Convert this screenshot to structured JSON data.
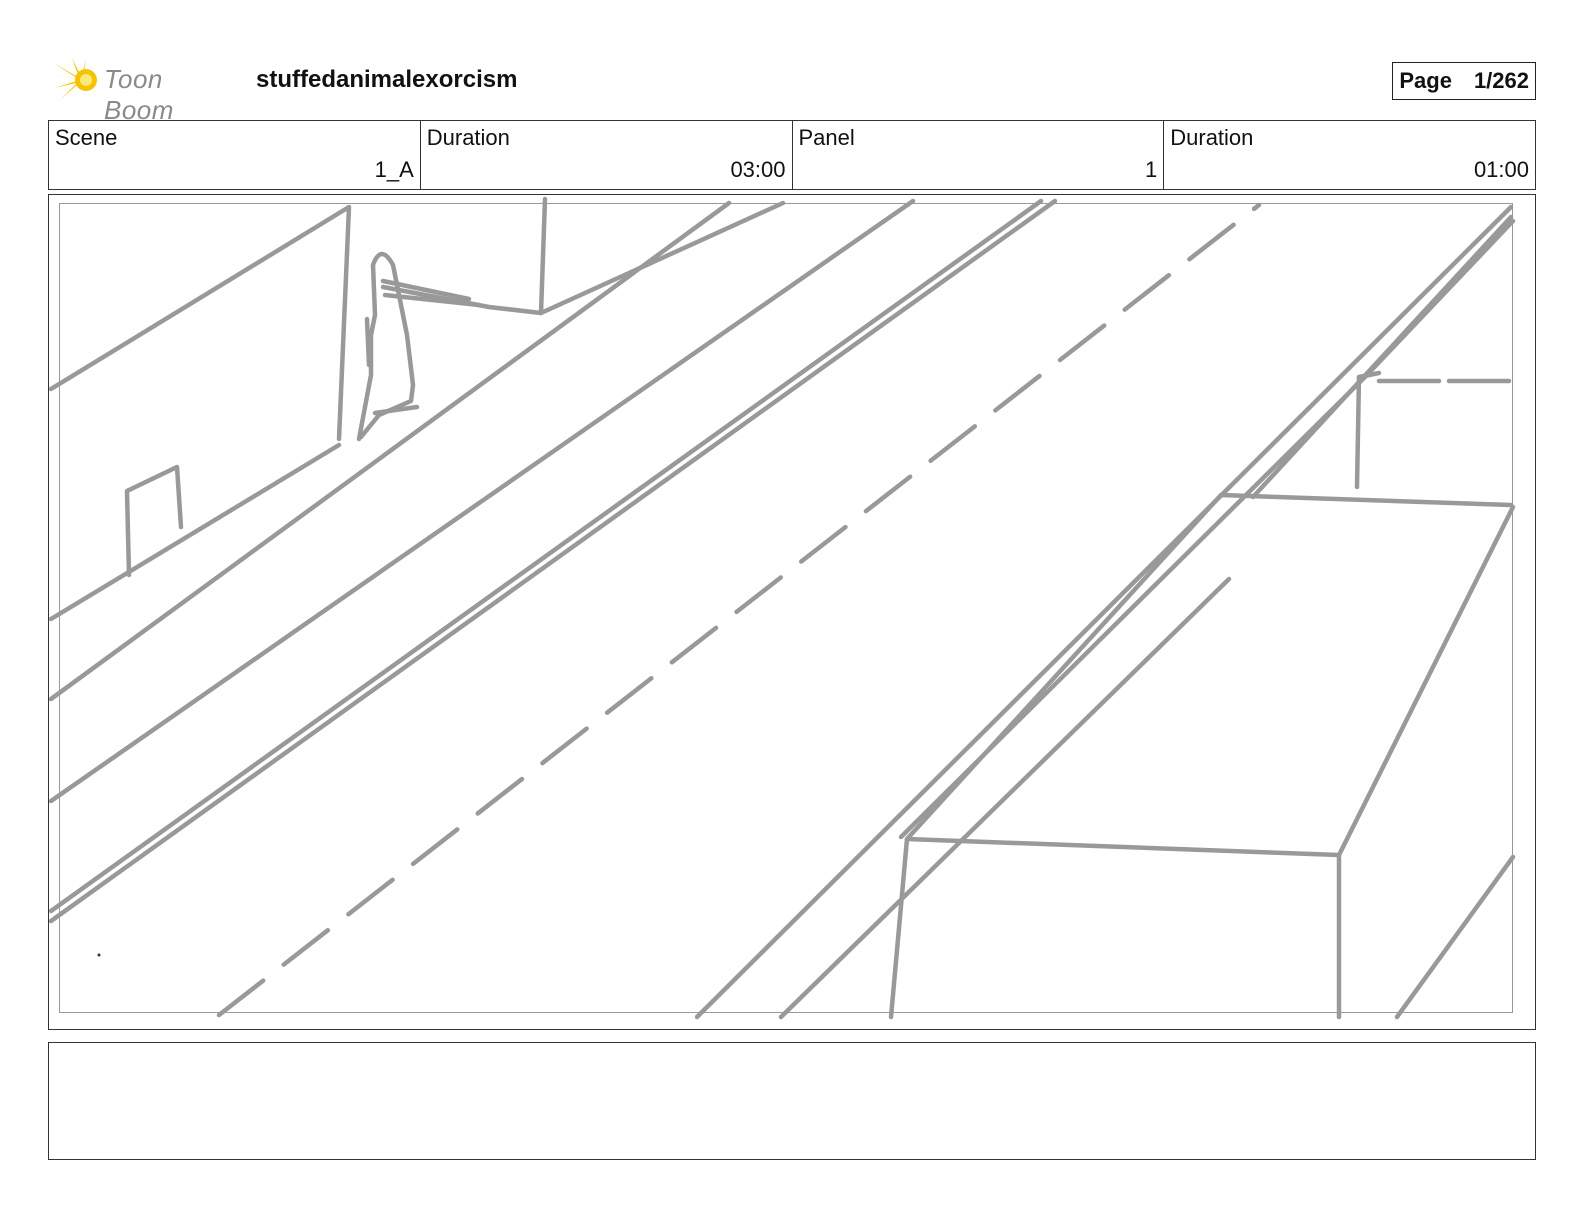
{
  "header": {
    "logo_text": "Toon Boom",
    "project_title": "stuffedanimalexorcism",
    "page_label": "Page",
    "page_value": "1/262"
  },
  "info": {
    "scene_label": "Scene",
    "scene_value": "1_A",
    "scene_duration_label": "Duration",
    "scene_duration_value": "03:00",
    "panel_label": "Panel",
    "panel_value": "1",
    "panel_duration_label": "Duration",
    "panel_duration_value": "01:00"
  },
  "notes": {
    "text": ""
  },
  "colors": {
    "sketch": "#999999",
    "logo_star": "#f5c400"
  }
}
